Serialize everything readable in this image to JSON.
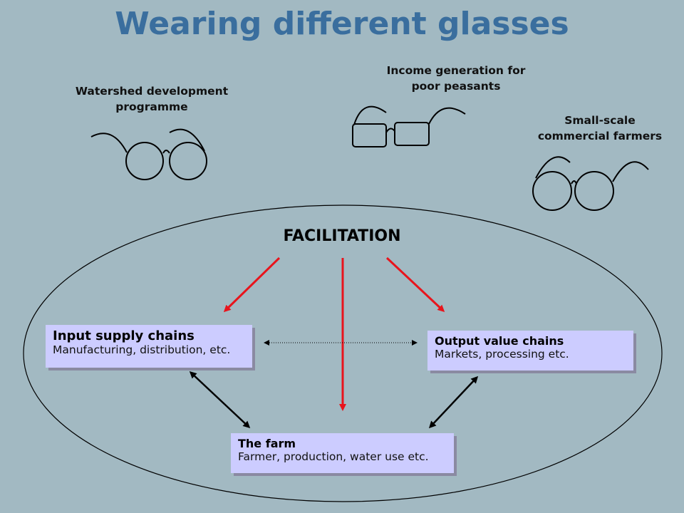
{
  "title": "Wearing different glasses",
  "glasses": [
    {
      "label_line1": "Watershed development",
      "label_line2": "programme",
      "icon": "round-glasses-icon"
    },
    {
      "label_line1": "Income generation for",
      "label_line2": "poor peasants",
      "icon": "square-glasses-icon"
    },
    {
      "label_line1": "Small-scale",
      "label_line2": "commercial farmers",
      "icon": "round-glasses-icon"
    }
  ],
  "center_label": "FACILITATION",
  "boxes": {
    "input": {
      "title": "Input supply chains",
      "subtitle": "Manufacturing, distribution, etc."
    },
    "output": {
      "title": "Output value chains",
      "subtitle": "Markets, processing etc."
    },
    "farm": {
      "title": "The farm",
      "subtitle": "Farmer, production, water use etc."
    }
  },
  "colors": {
    "title": "#3a6e9e",
    "background": "#a2b9c2",
    "box_fill": "#ccccff",
    "facilitation_arrows": "#e8141c",
    "link_arrows": "#000000"
  }
}
